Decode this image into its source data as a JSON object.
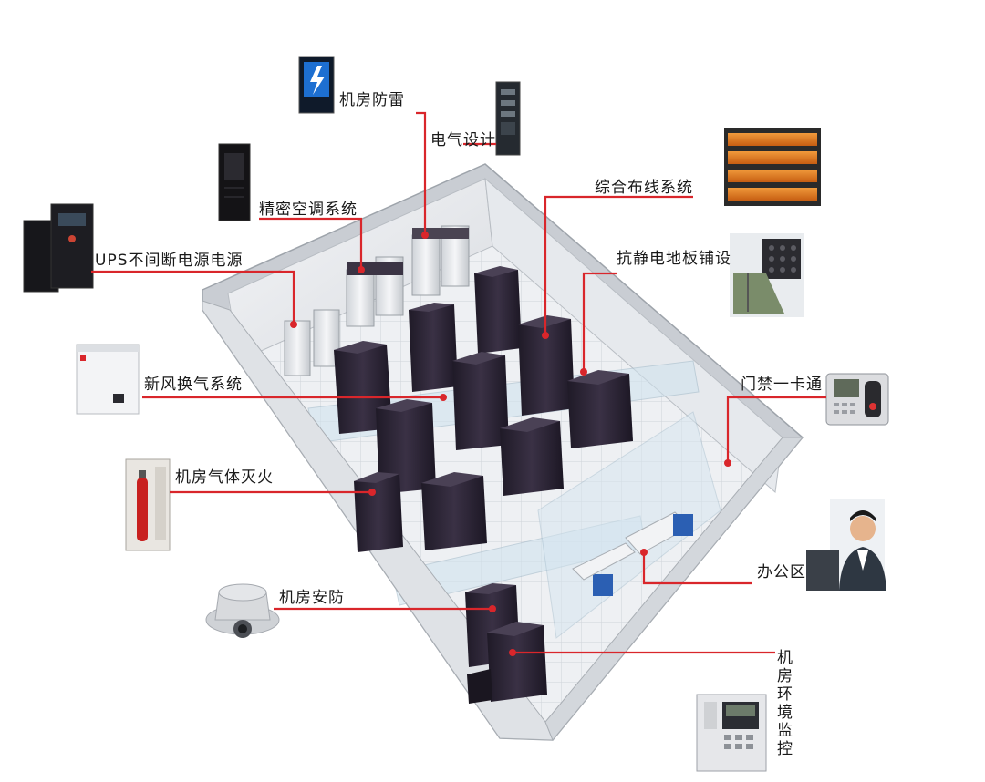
{
  "labels": {
    "lightning": "机房防雷",
    "electrical": "电气设计",
    "precision_ac": "精密空调系统",
    "ups": "UPS不间断电源电源",
    "cabling": "综合布线系统",
    "raised_floor": "抗静电地板铺设",
    "fresh_air": "新风换气系统",
    "access_control": "门禁一卡通",
    "fire_suppression": "机房气体灭火",
    "security": "机房安防",
    "office": "办公区",
    "env_monitor": "机房环境监控"
  },
  "colors": {
    "leader": "#d9262b",
    "rack": "#2a2433",
    "wall": "#e2e5ea",
    "floor": "#eef0f3",
    "glass": "#cfe2ee"
  },
  "icons": [
    "lightning-cabinet-icon",
    "electrical-cabinet-icon",
    "precision-ac-icon",
    "ups-icon",
    "cabling-icon",
    "raised-floor-icon",
    "fresh-air-icon",
    "access-control-icon",
    "gas-extinguisher-icon",
    "dome-camera-icon",
    "office-worker-icon",
    "env-monitor-icon"
  ]
}
